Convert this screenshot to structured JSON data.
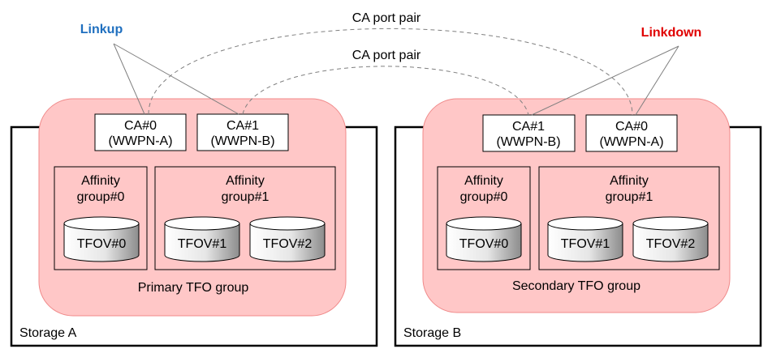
{
  "labels": {
    "linkup": "Linkup",
    "linkdown": "Linkdown",
    "pair_outer": "CA port pair",
    "pair_inner": "CA port pair"
  },
  "colors": {
    "linkup": "#1f6fbf",
    "linkdown": "#e00000",
    "tfo_group_fill": "#ffc7c7",
    "tfo_group_stroke": "#f08a8a",
    "box_stroke": "#000000"
  },
  "primary": {
    "storage_label": "Storage A",
    "group_label": "Primary TFO group",
    "ports": [
      {
        "name": "CA#0",
        "wwpn": "(WWPN-A)"
      },
      {
        "name": "CA#1",
        "wwpn": "(WWPN-B)"
      }
    ],
    "affinity": [
      {
        "line1": "Affinity",
        "line2": "group#0",
        "volumes": [
          "TFOV#0"
        ]
      },
      {
        "line1": "Affinity",
        "line2": "group#1",
        "volumes": [
          "TFOV#1",
          "TFOV#2"
        ]
      }
    ]
  },
  "secondary": {
    "storage_label": "Storage B",
    "group_label": "Secondary TFO group",
    "ports": [
      {
        "name": "CA#1",
        "wwpn": "(WWPN-B)"
      },
      {
        "name": "CA#0",
        "wwpn": "(WWPN-A)"
      }
    ],
    "affinity": [
      {
        "line1": "Affinity",
        "line2": "group#0",
        "volumes": [
          "TFOV#0"
        ]
      },
      {
        "line1": "Affinity",
        "line2": "group#1",
        "volumes": [
          "TFOV#1",
          "TFOV#2"
        ]
      }
    ]
  }
}
